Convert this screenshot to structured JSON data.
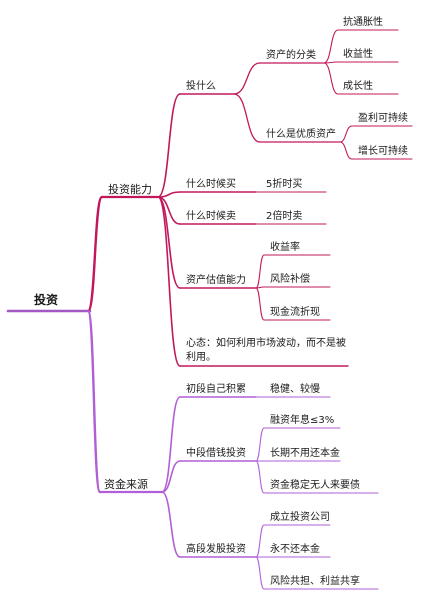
{
  "root": "投资",
  "colors": {
    "top_branch": "#c2185b",
    "bottom_branch": "#b15fd6",
    "root_line": "#a259c4"
  },
  "branches": [
    {
      "label": "投资能力",
      "children": [
        {
          "label": "投什么",
          "children": [
            {
              "label": "资产的分类",
              "children": [
                {
                  "label": "抗通胀性"
                },
                {
                  "label": "收益性"
                },
                {
                  "label": "成长性"
                }
              ]
            },
            {
              "label": "什么是优质资产",
              "children": [
                {
                  "label": "盈利可持续"
                },
                {
                  "label": "增长可持续"
                }
              ]
            }
          ]
        },
        {
          "label": "什么时候买",
          "children": [
            {
              "label": "5折时买"
            }
          ]
        },
        {
          "label": "什么时候卖",
          "children": [
            {
              "label": "2倍时卖"
            }
          ]
        },
        {
          "label": "资产估值能力",
          "children": [
            {
              "label": "收益率"
            },
            {
              "label": "风险补偿"
            },
            {
              "label": "现金流折现"
            }
          ]
        },
        {
          "label": "心态：如何利用市场波动，而不是被利用。"
        }
      ]
    },
    {
      "label": "资金来源",
      "children": [
        {
          "label": "初段自己积累",
          "children": [
            {
              "label": "稳健、较慢"
            }
          ]
        },
        {
          "label": "中段借钱投资",
          "children": [
            {
              "label": "融资年息≤3%"
            },
            {
              "label": "长期不用还本金"
            },
            {
              "label": "资金稳定无人来要债"
            }
          ]
        },
        {
          "label": "高段发股投资",
          "children": [
            {
              "label": "成立投资公司"
            },
            {
              "label": "永不还本金"
            },
            {
              "label": "风险共担、利益共享"
            }
          ]
        }
      ]
    }
  ]
}
